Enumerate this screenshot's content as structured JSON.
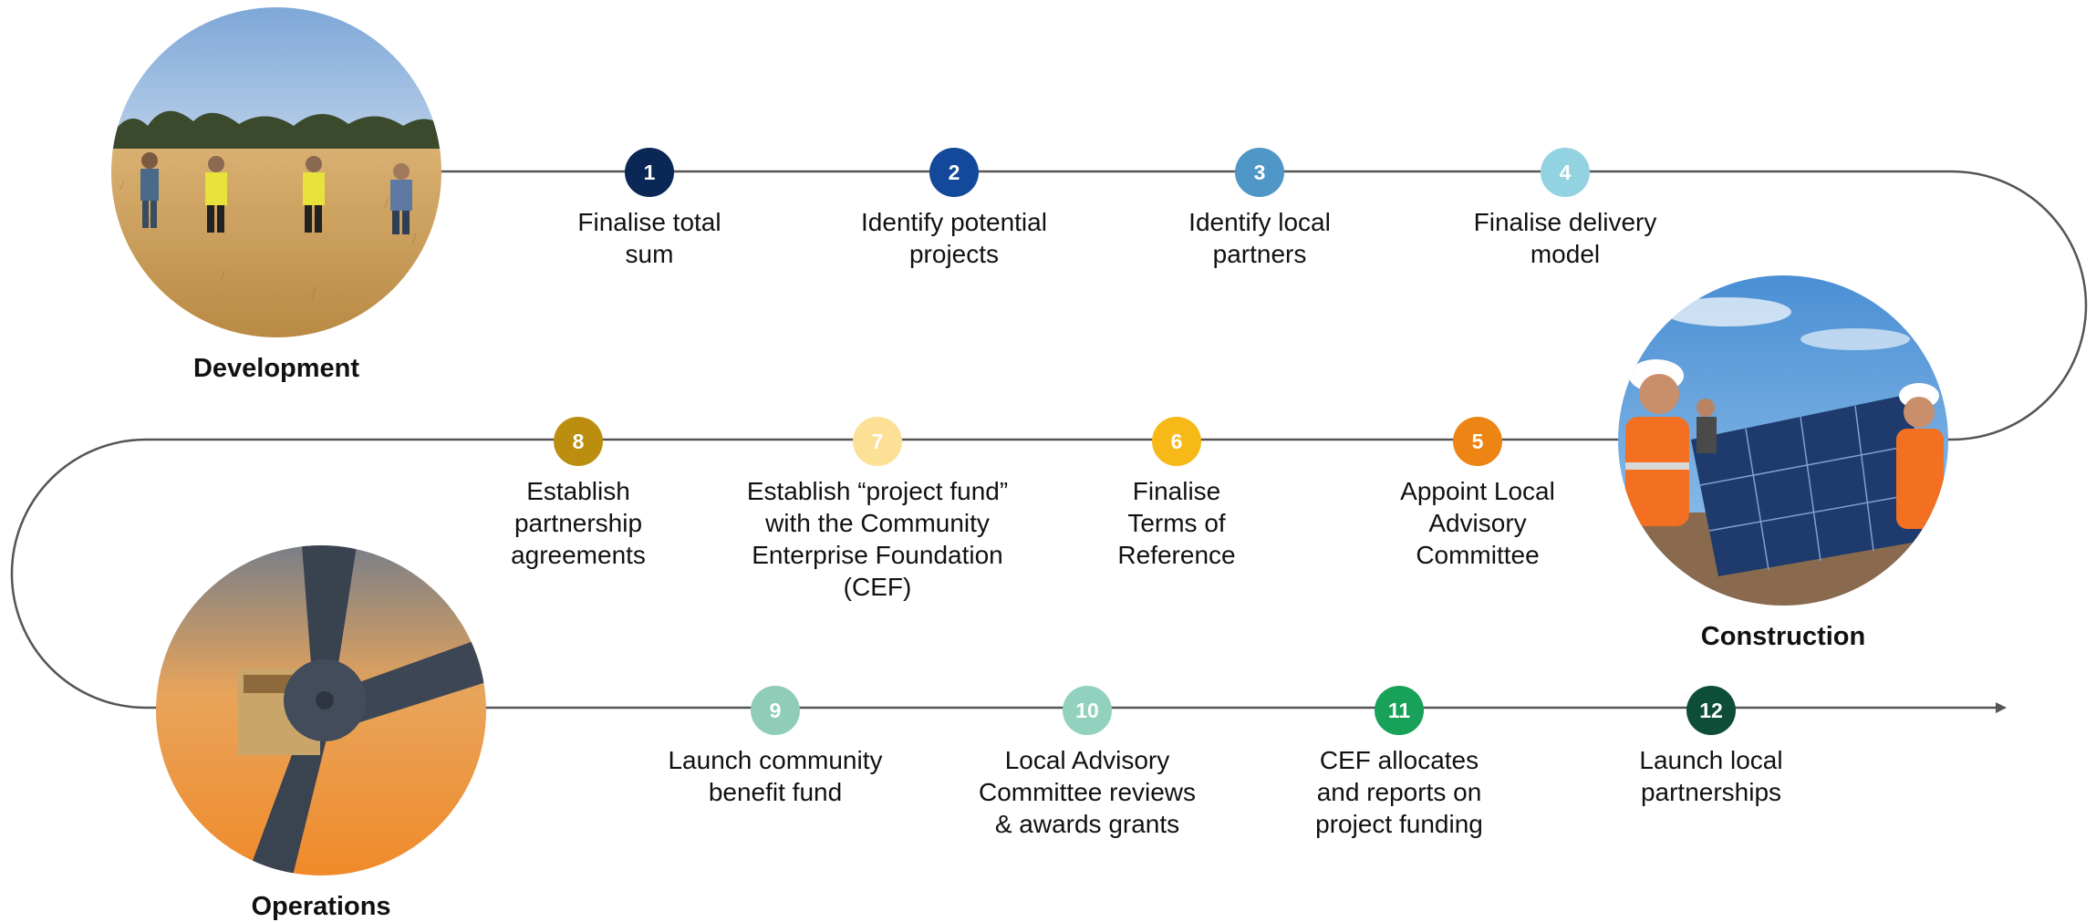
{
  "phases": {
    "development": "Development",
    "construction": "Construction",
    "operations": "Operations"
  },
  "steps": [
    {
      "number": "1",
      "lines": [
        "Finalise total",
        "sum"
      ],
      "color": "#0b2756",
      "text_color": "#ffffff"
    },
    {
      "number": "2",
      "lines": [
        "Identify potential",
        "projects"
      ],
      "color": "#13489a",
      "text_color": "#ffffff"
    },
    {
      "number": "3",
      "lines": [
        "Identify local",
        "partners"
      ],
      "color": "#4f97c6",
      "text_color": "#ffffff"
    },
    {
      "number": "4",
      "lines": [
        "Finalise delivery",
        "model"
      ],
      "color": "#93d3e1",
      "text_color": "#ffffff"
    },
    {
      "number": "5",
      "lines": [
        "Appoint Local",
        "Advisory",
        "Committee"
      ],
      "color": "#ec8513",
      "text_color": "#ffffff"
    },
    {
      "number": "6",
      "lines": [
        "Finalise",
        "Terms of",
        "Reference"
      ],
      "color": "#f6b918",
      "text_color": "#ffffff"
    },
    {
      "number": "7",
      "lines": [
        "Establish “project fund”",
        "with the Community",
        "Enterprise Foundation",
        "(CEF)"
      ],
      "color": "#fbe096",
      "text_color": "#ffffff"
    },
    {
      "number": "8",
      "lines": [
        "Establish",
        "partnership",
        "agreements"
      ],
      "color": "#bb8e0f",
      "text_color": "#ffffff"
    },
    {
      "number": "9",
      "lines": [
        "Launch community",
        "benefit fund"
      ],
      "color": "#8fcdb8",
      "text_color": "#ffffff"
    },
    {
      "number": "10",
      "lines": [
        "Local Advisory",
        "Committee reviews",
        "& awards grants"
      ],
      "color": "#93d1bf",
      "text_color": "#ffffff"
    },
    {
      "number": "11",
      "lines": [
        "CEF allocates",
        "and reports on",
        "project funding"
      ],
      "color": "#17a159",
      "text_color": "#ffffff"
    },
    {
      "number": "12",
      "lines": [
        "Launch local",
        "partnerships"
      ],
      "color": "#0e4d37",
      "text_color": "#ffffff"
    }
  ],
  "path_color": "#555555"
}
